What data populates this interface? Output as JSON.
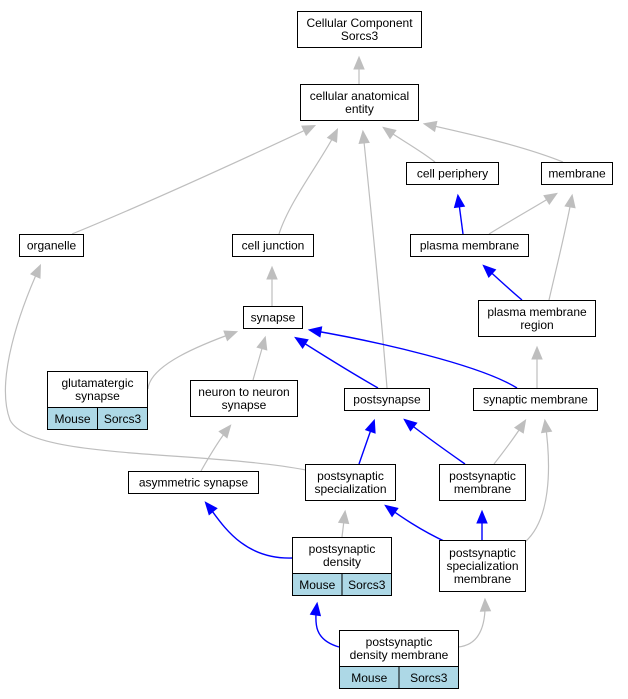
{
  "colors": {
    "is_a_edge": "#bebebe",
    "part_of_edge": "#0000ff",
    "annotation_fill": "#add8e6",
    "node_fill": "#ffffff",
    "node_stroke": "#000000"
  },
  "nodes": {
    "root": {
      "lines": [
        "Cellular Component",
        "Sorcs3"
      ]
    },
    "cae": {
      "lines": [
        "cellular anatomical",
        "entity"
      ]
    },
    "cellperiphery": {
      "lines": [
        "cell periphery"
      ]
    },
    "membrane": {
      "lines": [
        "membrane"
      ]
    },
    "organelle": {
      "lines": [
        "organelle"
      ]
    },
    "celljunction": {
      "lines": [
        "cell junction"
      ]
    },
    "plasmamembrane": {
      "lines": [
        "plasma membrane"
      ]
    },
    "synapse": {
      "lines": [
        "synapse"
      ]
    },
    "pmregion": {
      "lines": [
        "plasma membrane",
        "region"
      ]
    },
    "glutamatergic": {
      "lines": [
        "glutamatergic",
        "synapse"
      ],
      "annotation": [
        "Mouse",
        "Sorcs3"
      ]
    },
    "n2n": {
      "lines": [
        "neuron to neuron",
        "synapse"
      ]
    },
    "postsynapse": {
      "lines": [
        "postsynapse"
      ]
    },
    "synmembrane": {
      "lines": [
        "synaptic membrane"
      ]
    },
    "asymmetric": {
      "lines": [
        "asymmetric synapse"
      ]
    },
    "pspec": {
      "lines": [
        "postsynaptic",
        "specialization"
      ]
    },
    "psmembrane": {
      "lines": [
        "postsynaptic",
        "membrane"
      ]
    },
    "psdensity": {
      "lines": [
        "postsynaptic",
        "density"
      ],
      "annotation": [
        "Mouse",
        "Sorcs3"
      ]
    },
    "pspecmembrane": {
      "lines": [
        "postsynaptic",
        "specialization",
        "membrane"
      ]
    },
    "psdmembrane": {
      "lines": [
        "postsynaptic",
        "density membrane"
      ],
      "annotation": [
        "Mouse",
        "Sorcs3"
      ]
    }
  },
  "edges": [
    {
      "from": "cae",
      "to": "root",
      "type": "is_a"
    },
    {
      "from": "cellperiphery",
      "to": "cae",
      "type": "is_a"
    },
    {
      "from": "membrane",
      "to": "cae",
      "type": "is_a"
    },
    {
      "from": "organelle",
      "to": "cae",
      "type": "is_a"
    },
    {
      "from": "celljunction",
      "to": "cae",
      "type": "is_a"
    },
    {
      "from": "postsynapse",
      "to": "cae",
      "type": "is_a"
    },
    {
      "from": "plasmamembrane",
      "to": "cellperiphery",
      "type": "part_of"
    },
    {
      "from": "plasmamembrane",
      "to": "membrane",
      "type": "is_a"
    },
    {
      "from": "pmregion",
      "to": "membrane",
      "type": "is_a"
    },
    {
      "from": "pmregion",
      "to": "plasmamembrane",
      "type": "part_of"
    },
    {
      "from": "synapse",
      "to": "celljunction",
      "type": "is_a"
    },
    {
      "from": "glutamatergic",
      "to": "synapse",
      "type": "is_a"
    },
    {
      "from": "n2n",
      "to": "synapse",
      "type": "is_a"
    },
    {
      "from": "postsynapse",
      "to": "synapse",
      "type": "part_of"
    },
    {
      "from": "synmembrane",
      "to": "synapse",
      "type": "part_of"
    },
    {
      "from": "synmembrane",
      "to": "pmregion",
      "type": "is_a"
    },
    {
      "from": "asymmetric",
      "to": "n2n",
      "type": "is_a"
    },
    {
      "from": "pspec",
      "to": "organelle",
      "type": "is_a"
    },
    {
      "from": "pspec",
      "to": "postsynapse",
      "type": "part_of"
    },
    {
      "from": "psmembrane",
      "to": "postsynapse",
      "type": "part_of"
    },
    {
      "from": "psmembrane",
      "to": "synmembrane",
      "type": "is_a"
    },
    {
      "from": "psdensity",
      "to": "pspec",
      "type": "is_a"
    },
    {
      "from": "psdensity",
      "to": "asymmetric",
      "type": "part_of"
    },
    {
      "from": "pspecmembrane",
      "to": "pspec",
      "type": "part_of"
    },
    {
      "from": "pspecmembrane",
      "to": "psmembrane",
      "type": "part_of"
    },
    {
      "from": "pspecmembrane",
      "to": "synmembrane",
      "type": "is_a"
    },
    {
      "from": "psdmembrane",
      "to": "psdensity",
      "type": "part_of"
    },
    {
      "from": "psdmembrane",
      "to": "pspecmembrane",
      "type": "is_a"
    }
  ]
}
